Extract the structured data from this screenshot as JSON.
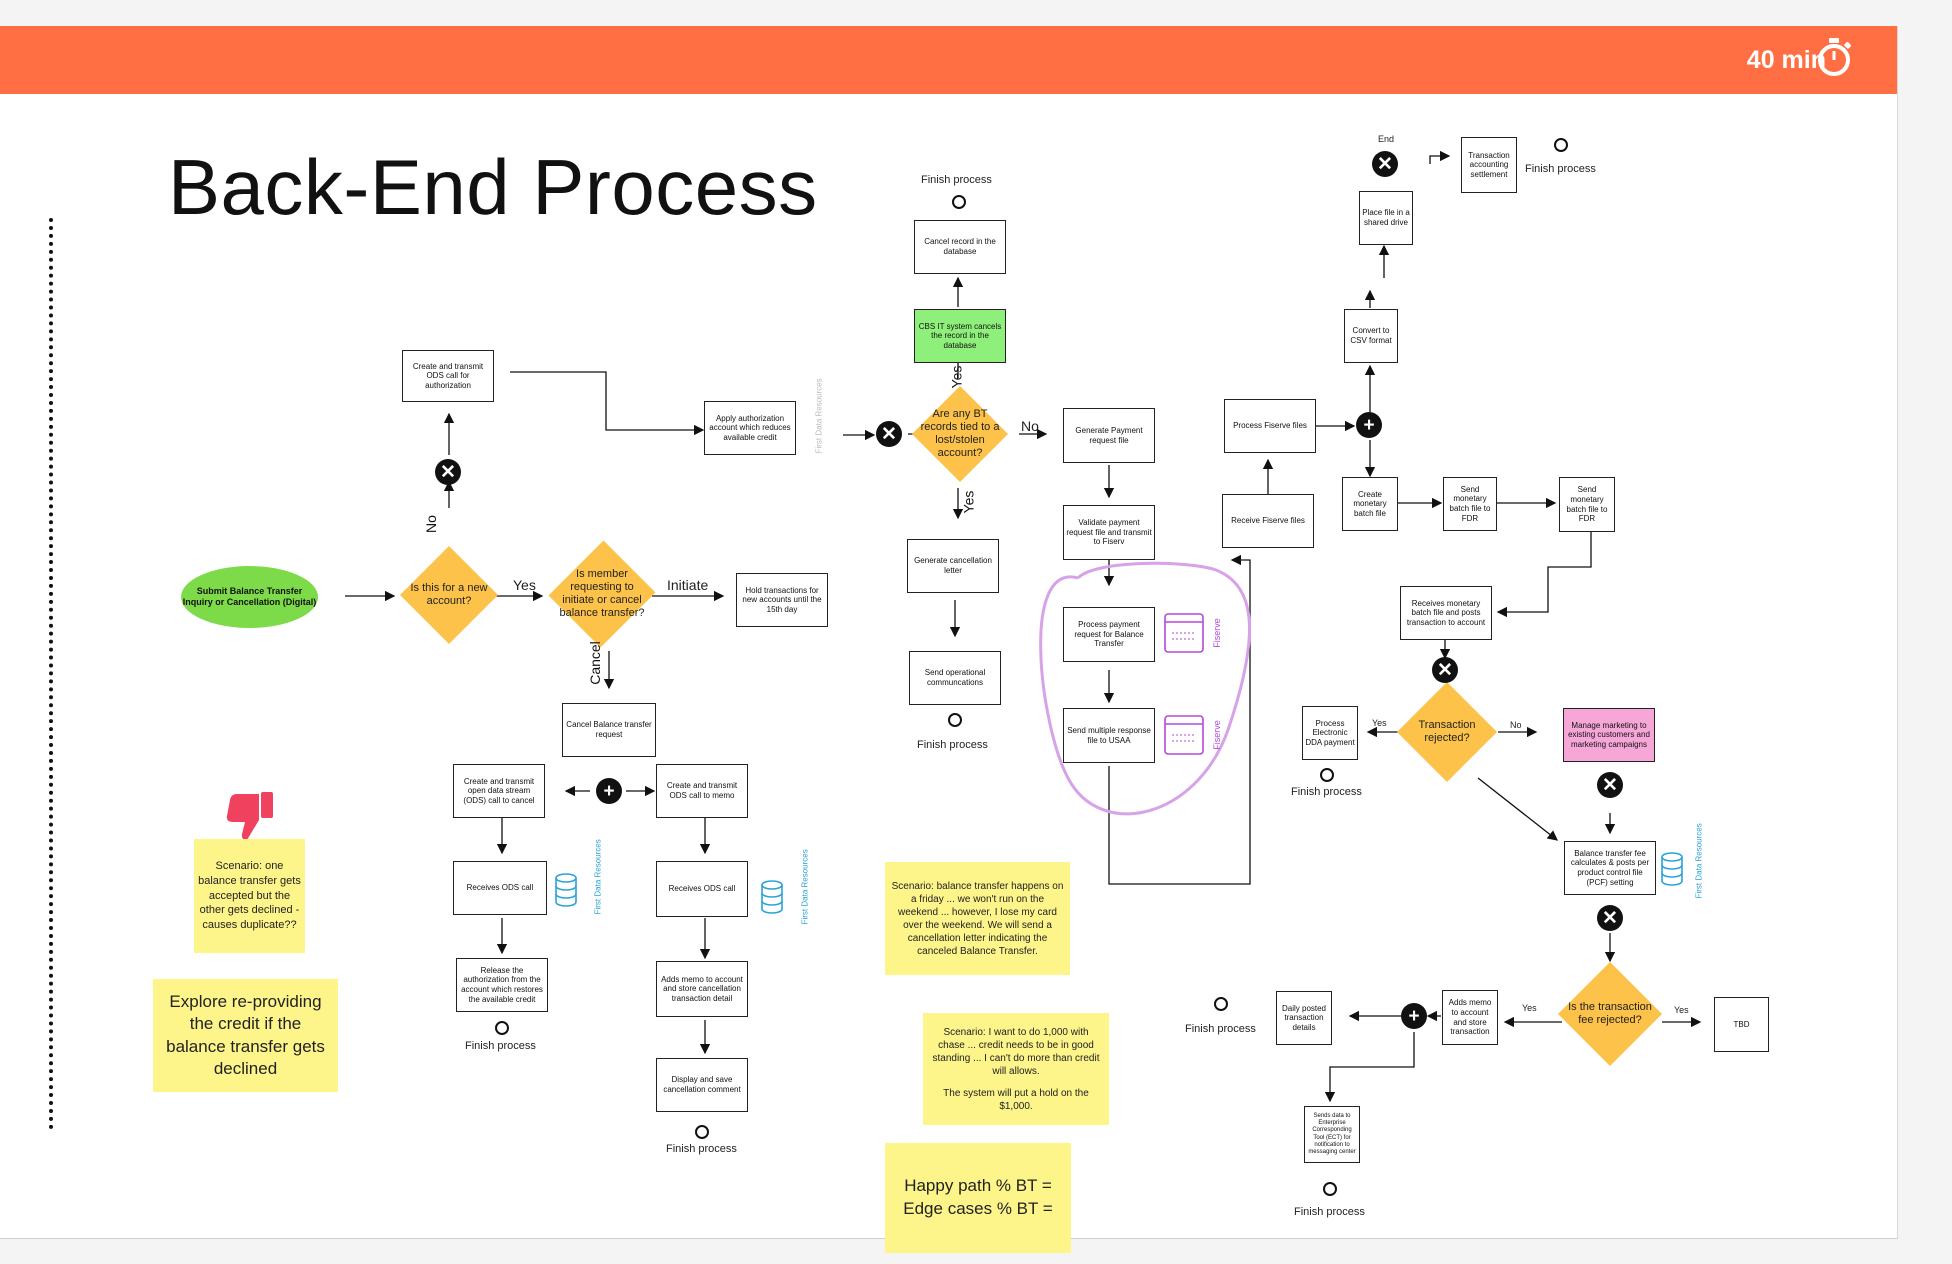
{
  "header": {
    "timer": "40 min"
  },
  "title": "Back-End Process",
  "nodes": {
    "start": "Submit Balance Transfer Inquiry or Cancellation (Digital)",
    "q_new_account": "Is this for a new account?",
    "q_member_request": "Is member requesting to initiate or cancel balance transfer?",
    "hold_transactions": "Hold transactions for new accounts until the 15th day",
    "create_ods_auth": "Create and transmit ODS call for authorization",
    "apply_authorization": "Apply authorization account which reduces available credit",
    "cancel_bt_request": "Cancel Balance transfer request",
    "create_ods_cancel": "Create and transmit open data stream (ODS) call to cancel",
    "create_ods_memo": "Create and transmit ODS call to memo",
    "receives_ods_1": "Receives ODS call",
    "receives_ods_2": "Receives ODS call",
    "release_auth": "Release the authorization from the account which restores the available credit",
    "adds_memo": "Adds memo to account and store cancellation transaction detail",
    "display_save": "Display and save cancellation comment",
    "q_bt_records": "Are any BT records tied to a lost/stolen account?",
    "cbs_cancels": "CBS IT system cancels the record in the database",
    "cancel_record": "Cancel record in the database",
    "gen_cancel_letter": "Generate cancellation letter",
    "send_ops_comm": "Send operational communcations",
    "gen_payment_file": "Generate Payment request file",
    "validate_payment": "Validate payment request file and transmit to Fiserv",
    "process_payment": "Process payment request for Balance Transfer",
    "send_response": "Send multiple response file to USAA",
    "receive_fiserve": "Receive Fiserve files",
    "process_fiserve": "Process Fiserve files",
    "convert_csv": "Convert to CSV format",
    "place_file": "Place file in a shared drive",
    "transaction_settlement": "Transaction accounting settlement",
    "create_batch": "Create monetary batch file",
    "send_batch_1": "Send monetary batch file to FDR",
    "send_batch_2": "Send monetary batch file to FDR",
    "receives_batch": "Receives monetary batch file and posts transaction to account",
    "q_txn_rejected": "Transaction rejected?",
    "process_dda": "Process Electronic DDA payment",
    "manage_marketing": "Manage marketing to existing customers and marketing campaigns",
    "bt_fee": "Balance transfer fee calculates & posts per product control file (PCF) setting",
    "q_fee_rejected": "Is the transaction fee rejected?",
    "tbd": "TBD",
    "adds_memo_2": "Adds memo to account and store transaction",
    "daily_posted": "Daily posted transaction details",
    "sends_data": "Sends data to Enterprise Corresponding Tool (ECT) for notification to messaging center"
  },
  "labels": {
    "yes": "Yes",
    "no": "No",
    "initiate": "Initiate",
    "cancel": "Cancel",
    "finish": "Finish process",
    "end": "End",
    "first_data": "First Data Resources",
    "fiserve": "Fiserve"
  },
  "stickies": {
    "s1": "Scenario: one balance transfer gets accepted but the other gets declined - causes duplicate??",
    "s2": "Explore re-providing the credit if the balance transfer gets declined",
    "s3": "Scenario: balance transfer happens on a friday ... we won't run on the weekend ... however, I lose my card over the weekend. We will send a cancellation letter indicating the canceled Balance Transfer.",
    "s4a": "Scenario: I want to do 1,000 with chase ... credit needs to be in good standing ... I can't do more than credit will allows.",
    "s4b": "The system will put a hold on the $1,000.",
    "s5a": "Happy path % BT =",
    "s5b": "Edge cases % BT ="
  },
  "colors": {
    "header": "#ff6f43",
    "decision": "#fcc24a",
    "start": "#7ddb4a",
    "sticky": "#fdf48a",
    "pink": "#f7a6d8",
    "green_box": "#8ef07a",
    "annotation": "#d7a2e8"
  }
}
